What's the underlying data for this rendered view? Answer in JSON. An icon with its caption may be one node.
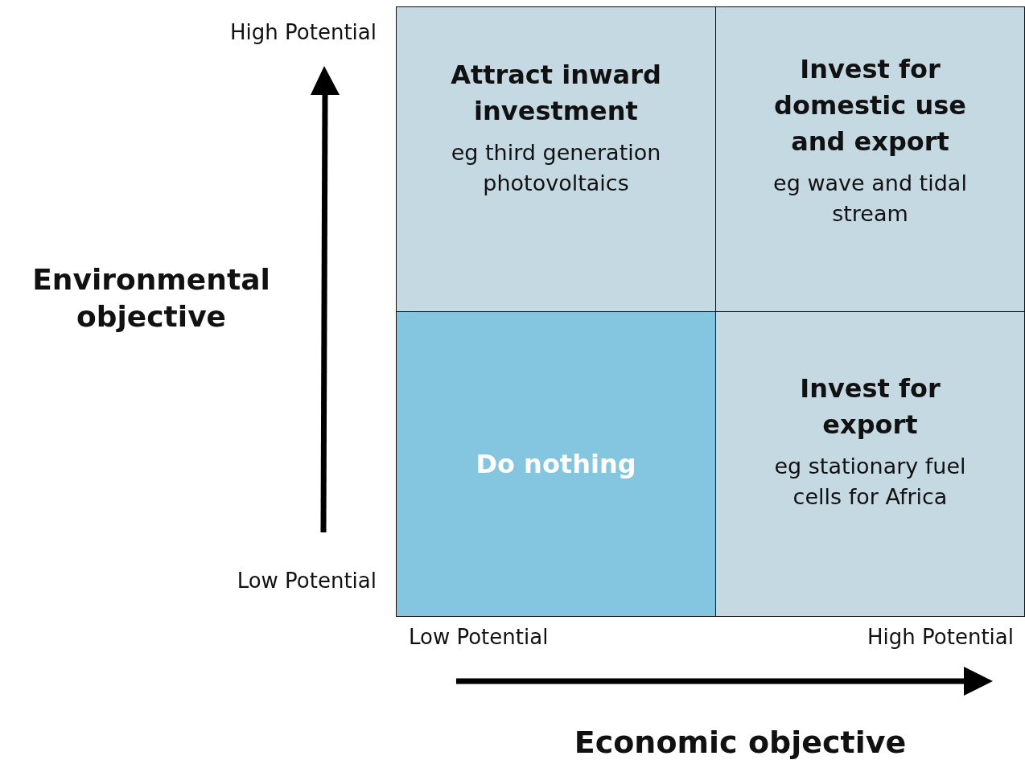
{
  "diagram": {
    "nodes": [
      {
        "text": [
          "Attract inward investment",
          "eg third generation photovoltaics"
        ]
      },
      {
        "text": [
          "Invest for domestic use and export",
          "eg wave and tidal stream"
        ]
      },
      {
        "text": [
          "Do nothing"
        ]
      },
      {
        "text": [
          "Invest for export",
          "eg stationary fuel cells for Africa"
        ]
      }
    ],
    "labels": [
      "High Potential",
      "Environmental objective",
      "Low Potential",
      "Low Potential",
      "High Potential",
      "Economic objective"
    ]
  }
}
